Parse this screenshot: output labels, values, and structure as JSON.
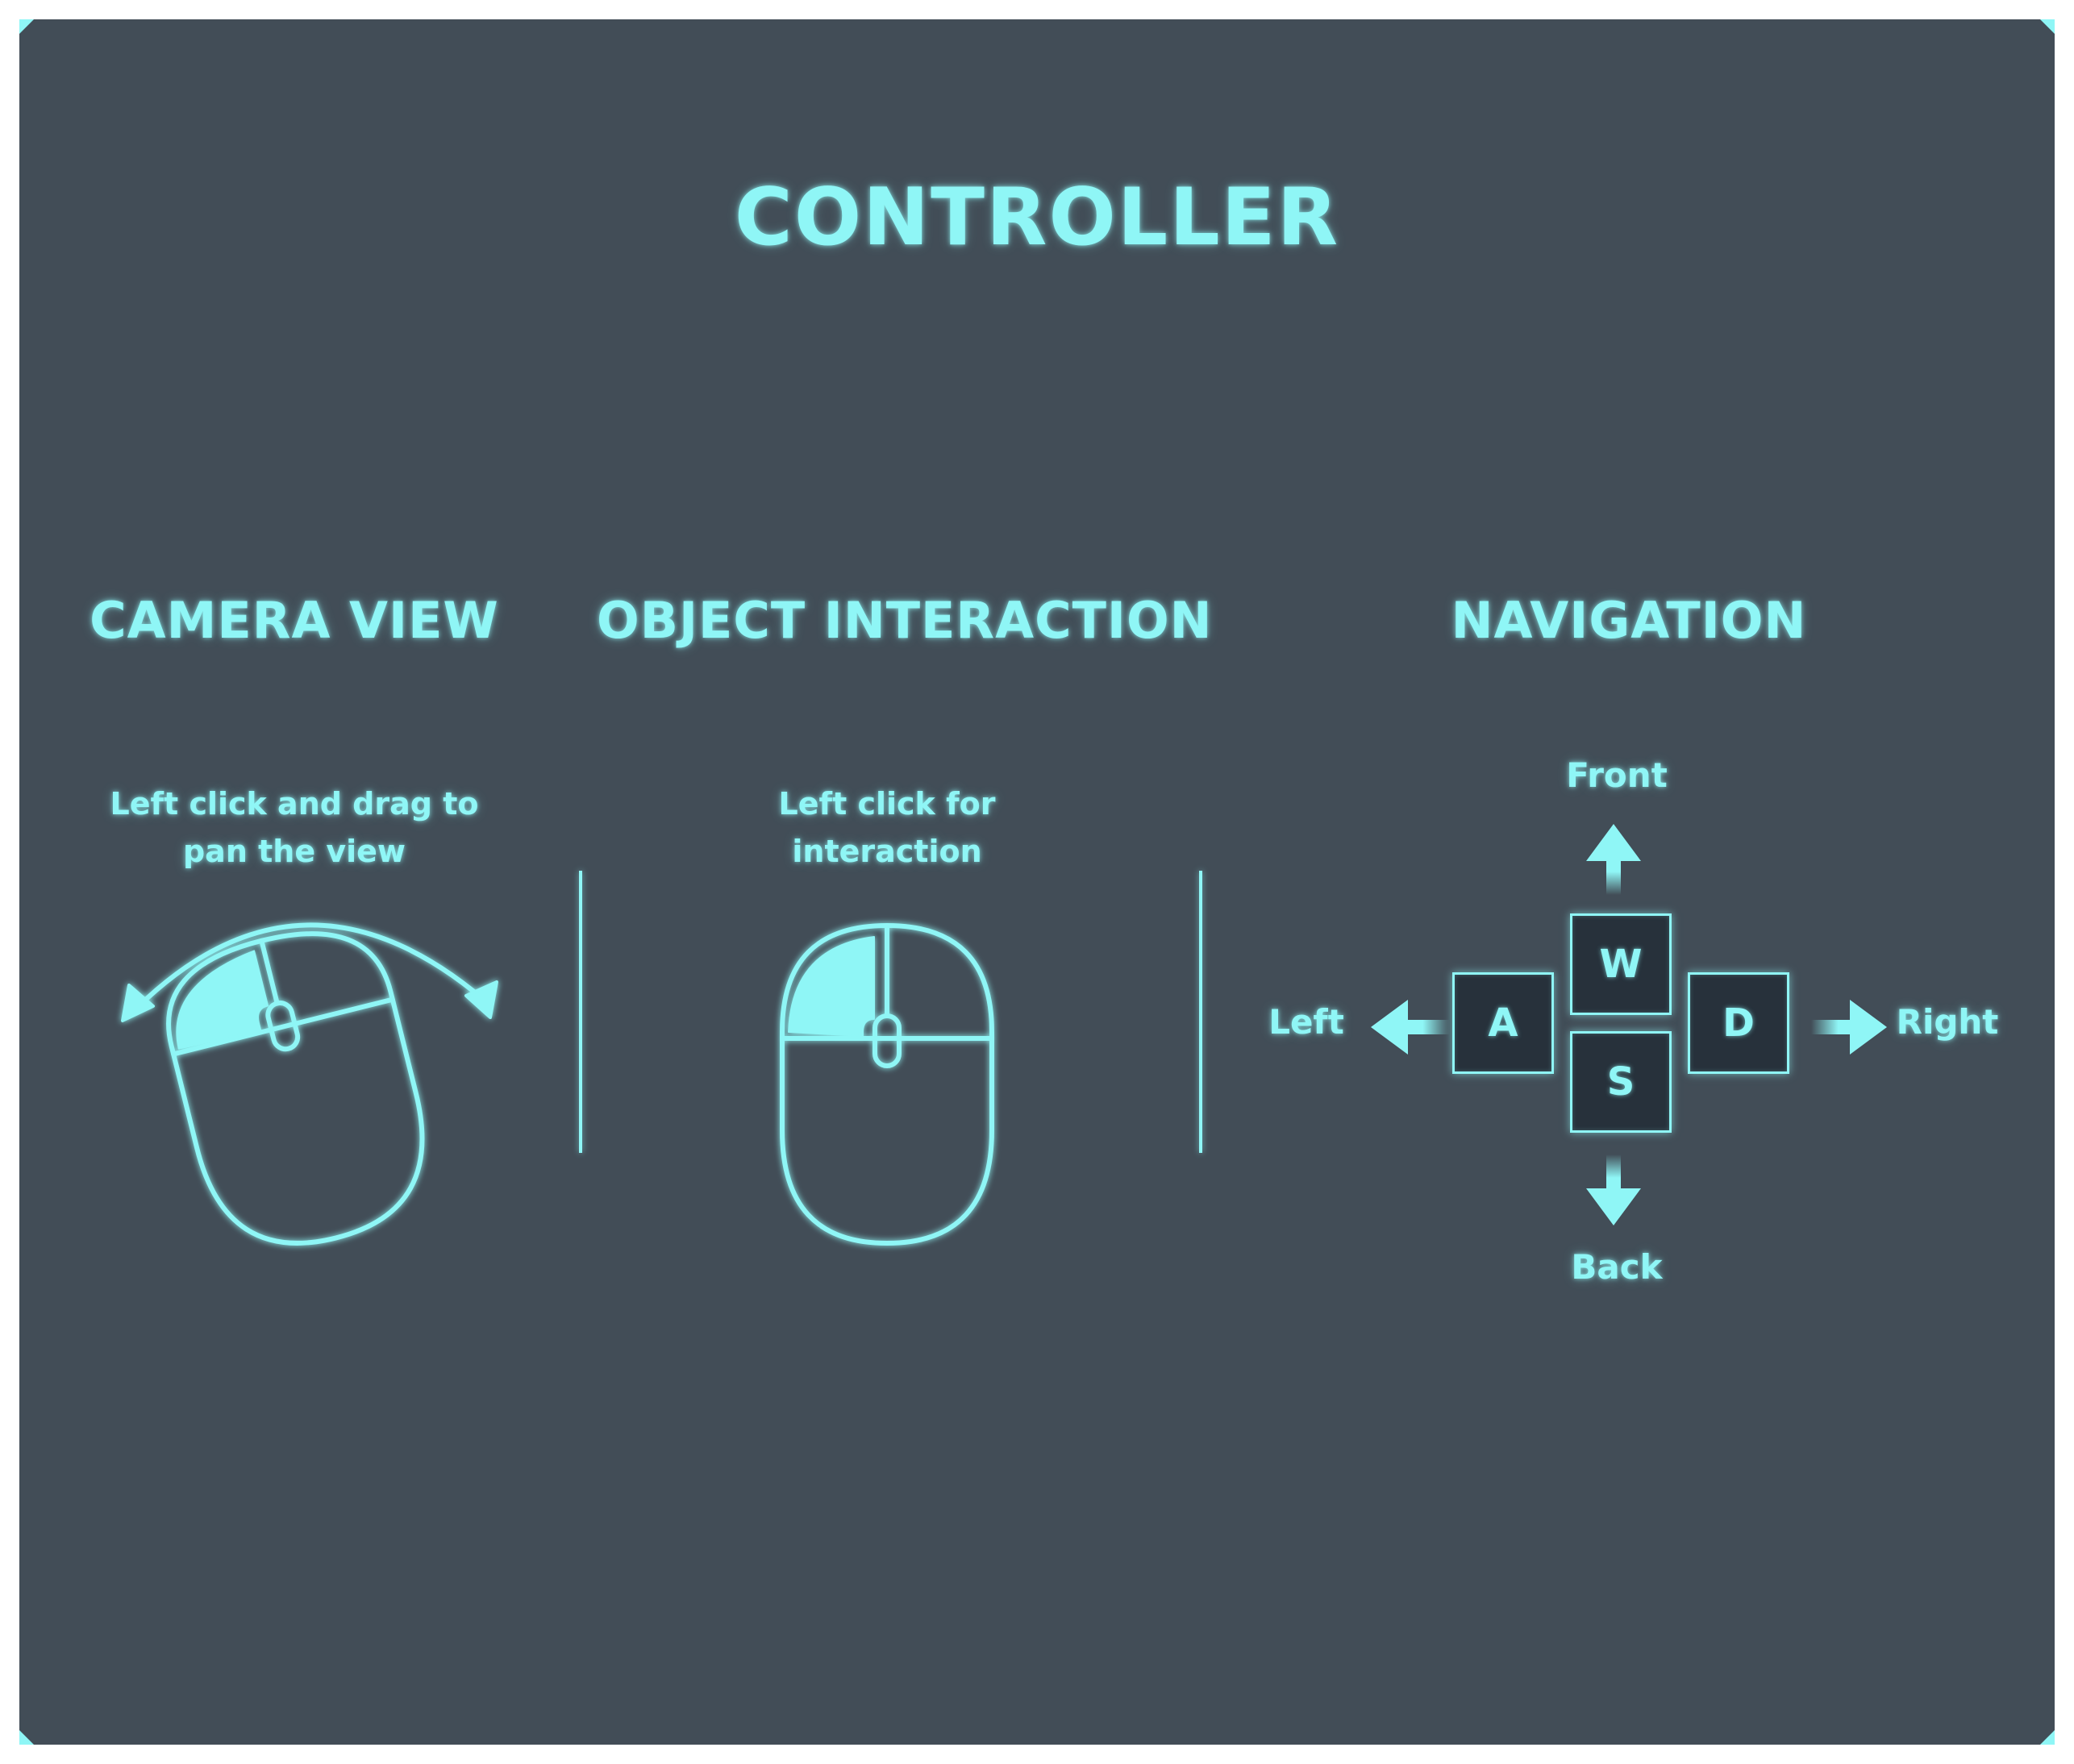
{
  "title": "CONTROLLER",
  "colors": {
    "background": "#424d57",
    "accent": "#8ff6f6",
    "key_fill": "#27313b",
    "page": "#ffffff"
  },
  "sections": {
    "camera": {
      "title": "CAMERA VIEW",
      "caption_line1": "Left click and drag to",
      "caption_line2": "pan the view",
      "icon": "mouse-drag-icon"
    },
    "interaction": {
      "title": "OBJECT INTERACTION",
      "caption_line1": "Left click for",
      "caption_line2": "interaction",
      "icon": "mouse-left-click-icon"
    },
    "navigation": {
      "title": "NAVIGATION",
      "keys": {
        "up": "W",
        "left": "A",
        "down": "S",
        "right": "D"
      },
      "directions": {
        "up": "Front",
        "left": "Left",
        "down": "Back",
        "right": "Right"
      }
    }
  }
}
